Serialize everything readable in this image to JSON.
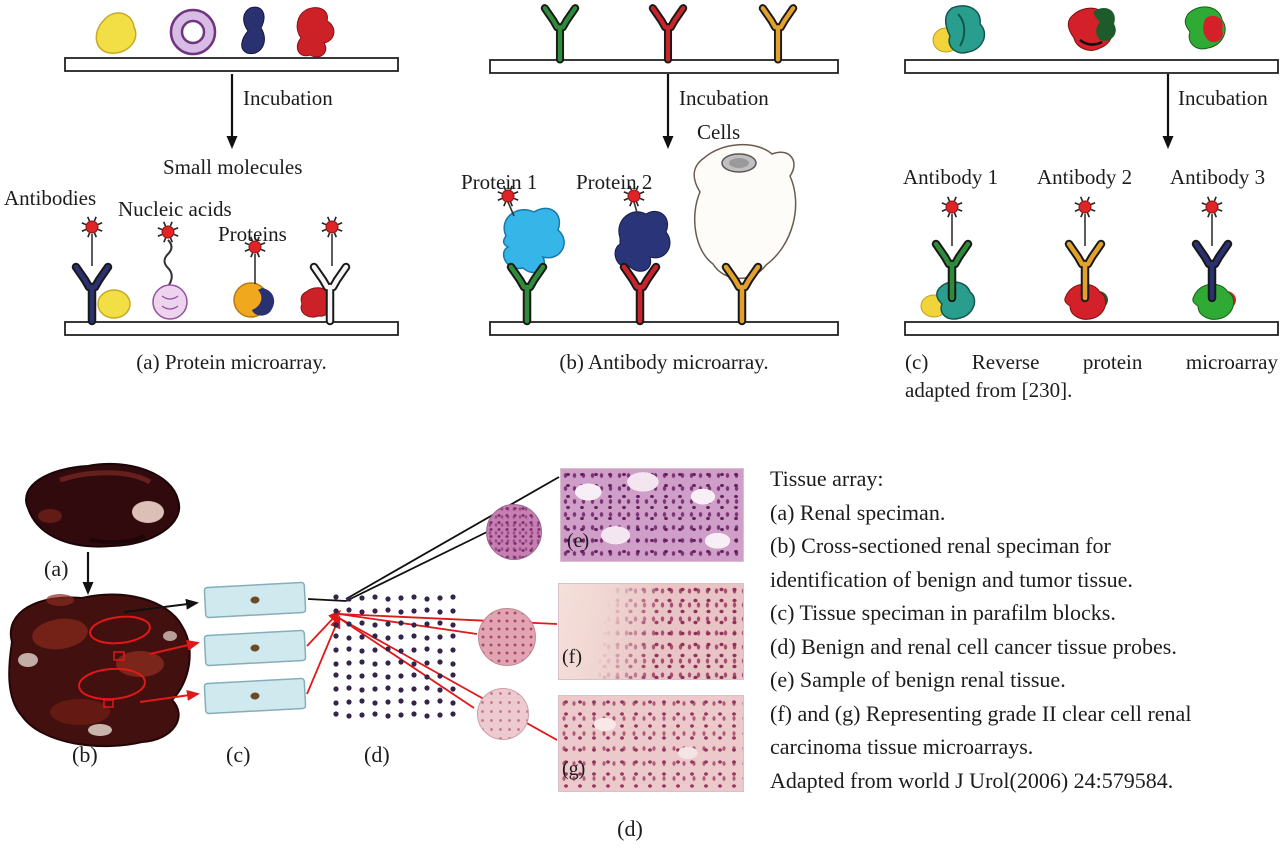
{
  "panel_a": {
    "incubation": "Incubation",
    "small_molecules": "Small molecules",
    "antibodies": "Antibodies",
    "nucleic_acids": "Nucleic acids",
    "proteins": "Proteins",
    "caption": "(a) Protein microarray."
  },
  "panel_b": {
    "incubation": "Incubation",
    "cells": "Cells",
    "protein_1": "Protein 1",
    "protein_2": "Protein 2",
    "caption": "(b) Antibody microarray."
  },
  "panel_c": {
    "incubation": "Incubation",
    "antibody_1": "Antibody 1",
    "antibody_2": "Antibody 2",
    "antibody_3": "Antibody 3",
    "caption_line_1": "(c) Reverse protein microarray",
    "caption_line_2": "adapted from [230]."
  },
  "tissue": {
    "label_a": "(a)",
    "label_b": "(b)",
    "label_c": "(c)",
    "label_d": "(d)",
    "label_e": "(e)",
    "label_f": "(f)",
    "label_g": "(g)",
    "figure_caption": "(d)",
    "legend": [
      "Tissue array:",
      "(a) Renal speciman.",
      "(b) Cross-sectioned renal speciman for",
      "identification of benign and tumor tissue.",
      "(c) Tissue speciman in parafilm blocks.",
      "(d) Benign and renal cell cancer tissue probes.",
      "(e) Sample of benign renal tissue.",
      "(f) and (g) Representing grade II clear cell renal",
      "carcinoma tissue microarrays.",
      "Adapted from world J Urol(2006) 24:579584."
    ]
  },
  "colors": {
    "tag_red": "#e02325",
    "annotation_red": "#e01818",
    "antibody_green": "#2e8b3a",
    "antibody_red": "#c8242b",
    "antibody_orange": "#e2a12c",
    "antibody_navy": "#2a3170",
    "dot_purple": "#34244a"
  },
  "icons": {
    "detection_tag": "red-starburst",
    "antibody": "y-shape",
    "incubation_arrow": "down-arrow"
  }
}
